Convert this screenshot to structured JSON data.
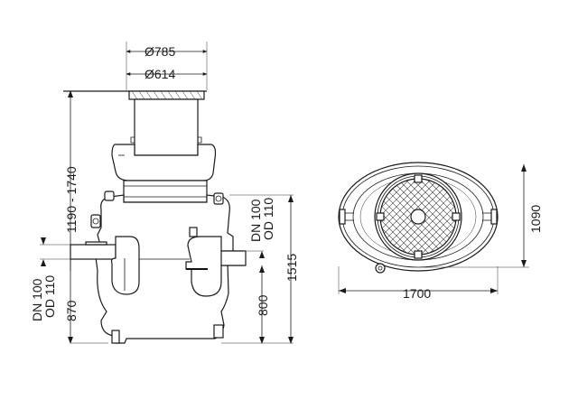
{
  "side_view": {
    "dim_outer_cover": "Ø785",
    "dim_inner_cover": "Ø614",
    "dim_height_range": "1190 - 1740",
    "inlet_line1": "DN 100",
    "inlet_line2": "OD 110",
    "inlet_height": "870",
    "outlet_line1": "DN 100",
    "outlet_line2": "OD 110",
    "outlet_height": "800",
    "dim_total_height": "1515"
  },
  "top_view": {
    "dim_width": "1700",
    "dim_depth": "1090"
  },
  "colors": {
    "line": "#1a1a1a",
    "background": "#ffffff"
  }
}
